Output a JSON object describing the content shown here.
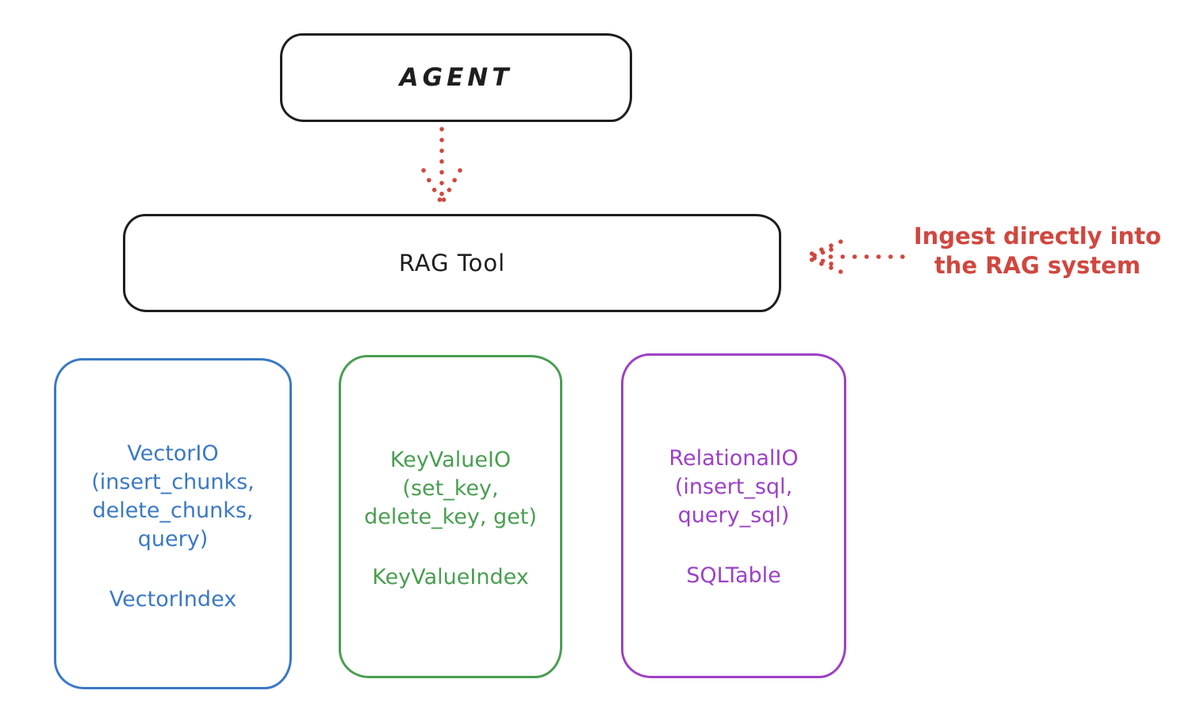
{
  "diagram": {
    "agent": {
      "label": "AGENT"
    },
    "rag_tool": {
      "label": "RAG Tool"
    },
    "annotation": {
      "line1": "Ingest directly into",
      "line2": "the RAG system"
    },
    "backends": [
      {
        "name": "VectorIO",
        "color": "#3b79c4",
        "lines": [
          "VectorIO",
          "(insert_chunks,",
          "delete_chunks,",
          "query)"
        ],
        "index": "VectorIndex"
      },
      {
        "name": "KeyValueIO",
        "color": "#4a9e51",
        "lines": [
          "KeyValueIO",
          "(set_key,",
          "delete_key, get)"
        ],
        "index": "KeyValueIndex"
      },
      {
        "name": "RelationalIO",
        "color": "#9c41c4",
        "lines": [
          "RelationalIO",
          "(insert_sql,",
          "query_sql)"
        ],
        "index": "SQLTable"
      }
    ],
    "colors": {
      "stroke_black": "#1e1e1e",
      "arrow_red": "#d0473f"
    }
  }
}
